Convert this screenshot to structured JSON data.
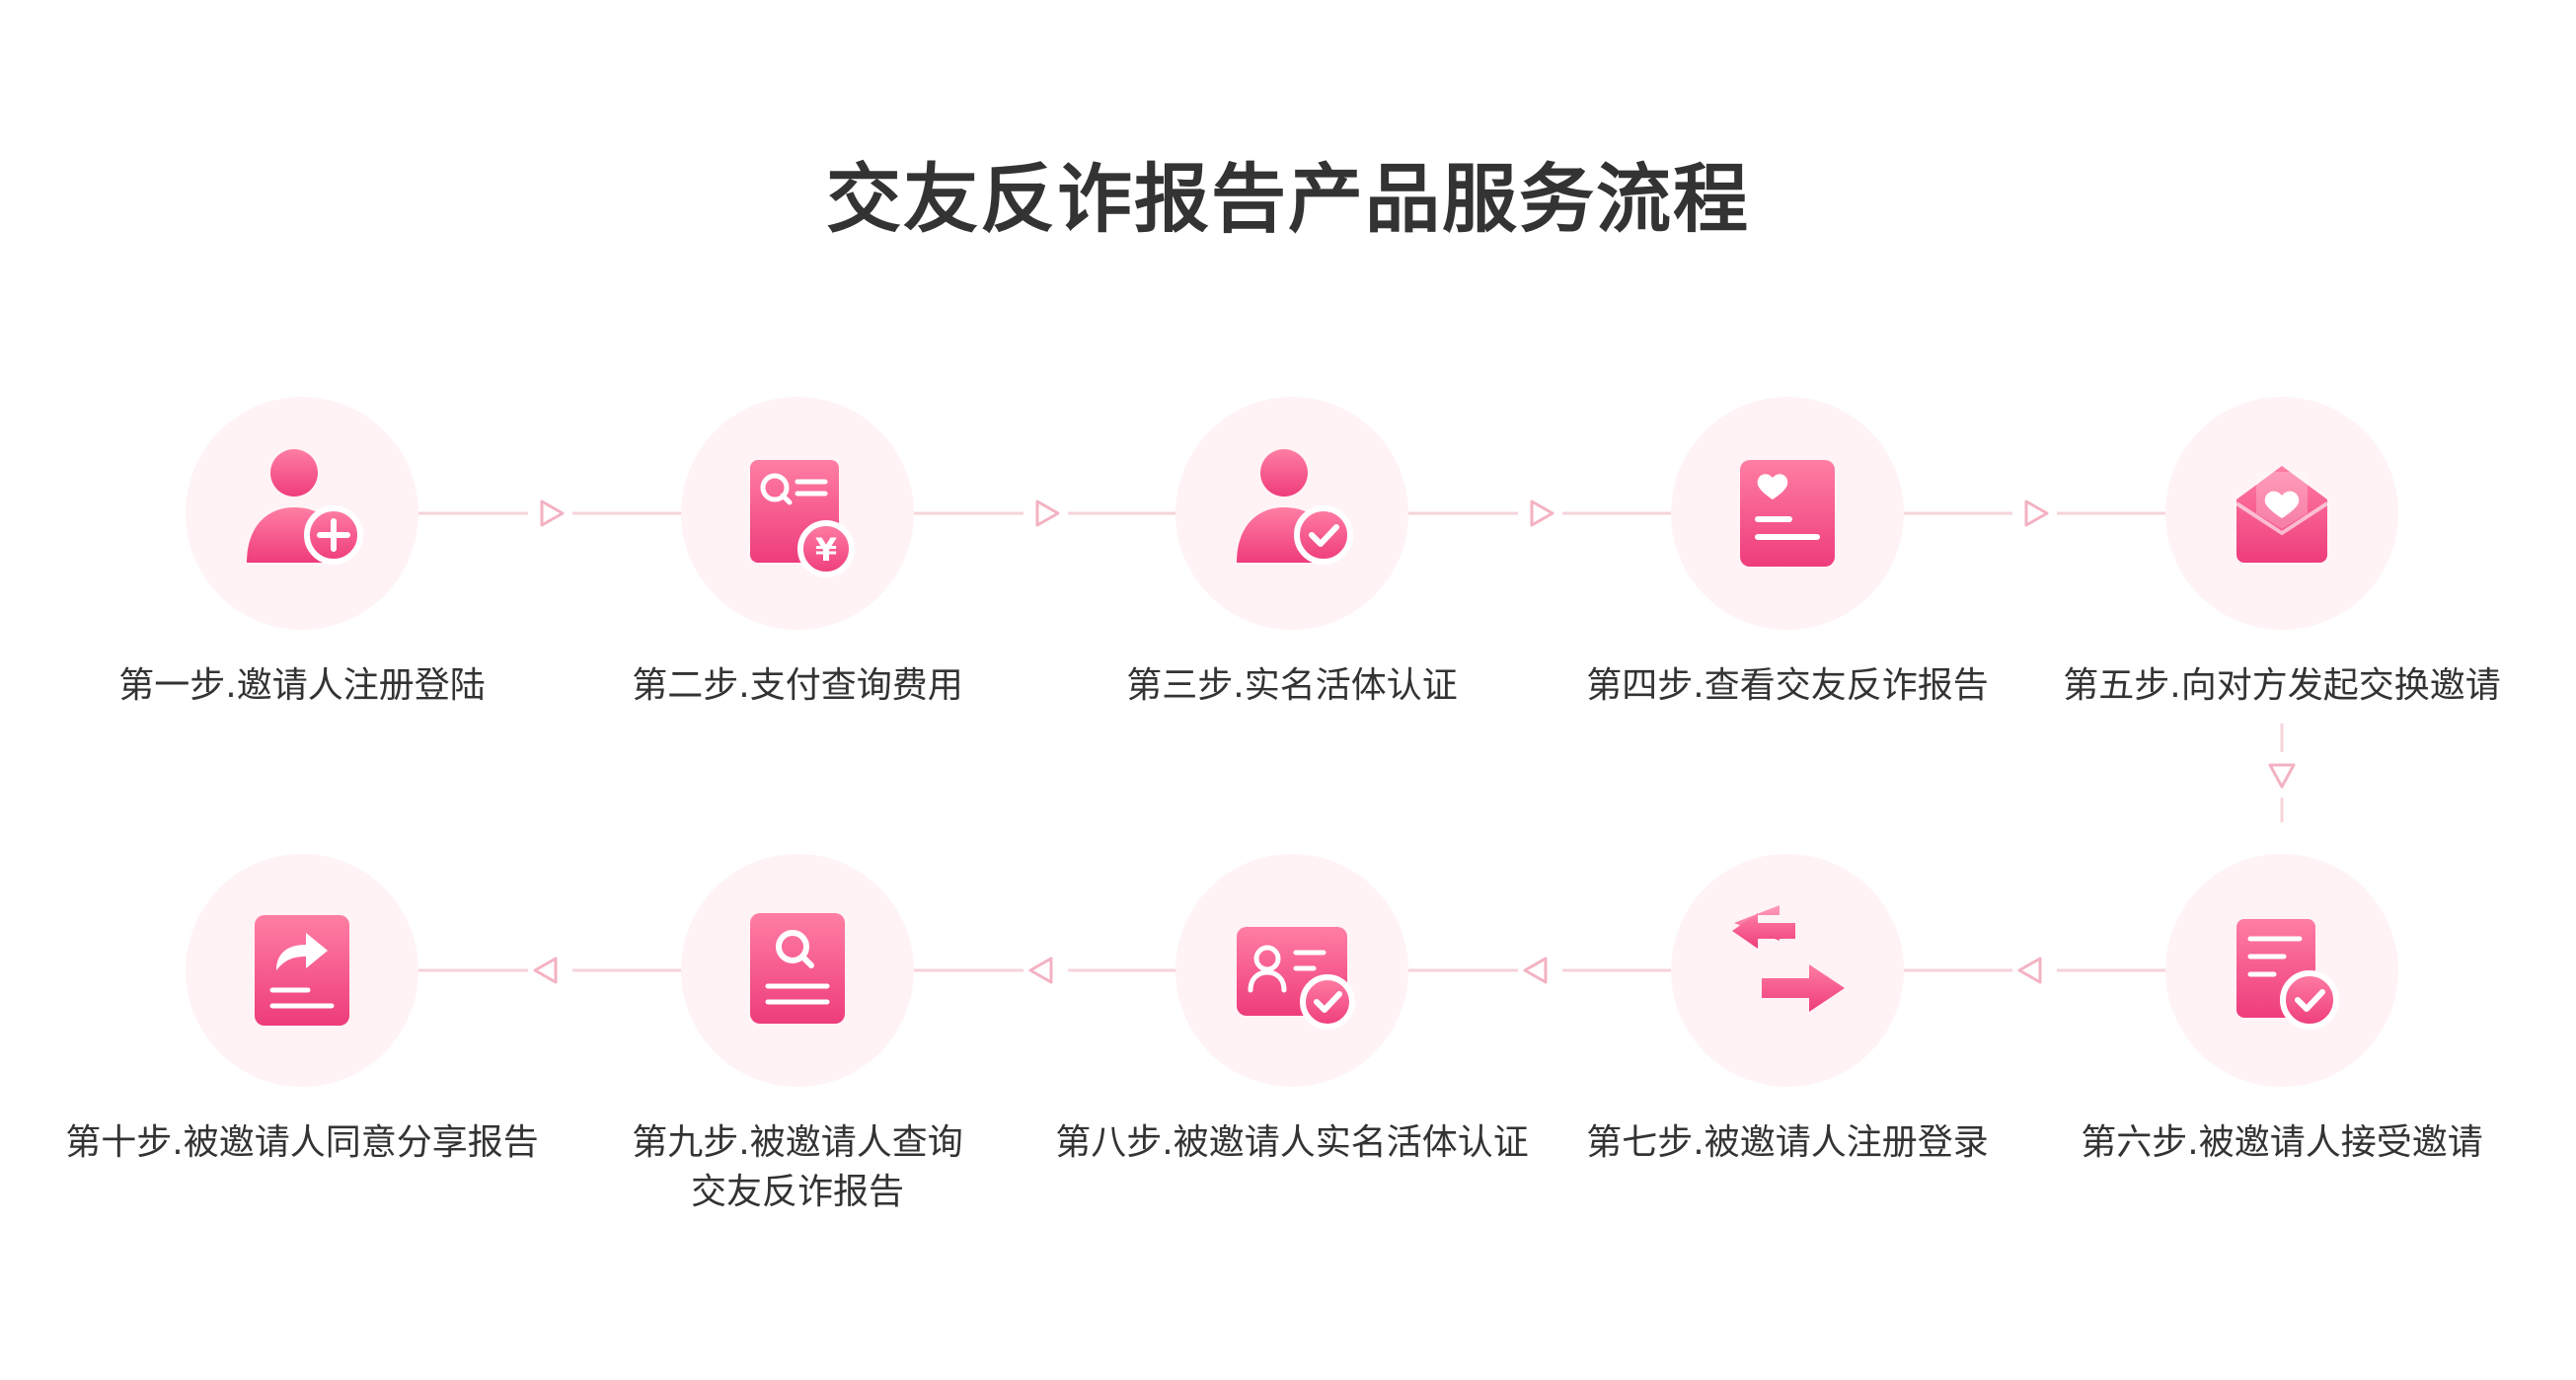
{
  "title": "交友反诈报告产品服务流程",
  "colors": {
    "accent_gradient_start": "#ff80a4",
    "accent_gradient_end": "#ee3c7c",
    "circle_bg": "#fff3f5",
    "connector": "#f6d3da",
    "arrow": "#f3b2c2",
    "text": "#333333"
  },
  "steps": [
    {
      "label_lines": [
        "第一步.邀请人注册登陆"
      ],
      "icon": "user-add-icon"
    },
    {
      "label_lines": [
        "第二步.支付查询费用"
      ],
      "icon": "payment-document-icon"
    },
    {
      "label_lines": [
        "第三步.实名活体认证"
      ],
      "icon": "user-verified-icon"
    },
    {
      "label_lines": [
        "第四步.查看交友反诈报告"
      ],
      "icon": "heart-report-icon"
    },
    {
      "label_lines": [
        "第五步.向对方发起交换邀请"
      ],
      "icon": "heart-envelope-icon"
    },
    {
      "label_lines": [
        "第六步.被邀请人接受邀请"
      ],
      "icon": "document-check-icon"
    },
    {
      "label_lines": [
        "第七步.被邀请人注册登录"
      ],
      "icon": "exchange-arrows-icon"
    },
    {
      "label_lines": [
        "第八步.被邀请人实名活体认证"
      ],
      "icon": "id-card-verified-icon"
    },
    {
      "label_lines": [
        "第九步.被邀请人查询",
        "交友反诈报告"
      ],
      "icon": "search-report-icon"
    },
    {
      "label_lines": [
        "第十步.被邀请人同意分享报告"
      ],
      "icon": "share-report-icon"
    }
  ]
}
